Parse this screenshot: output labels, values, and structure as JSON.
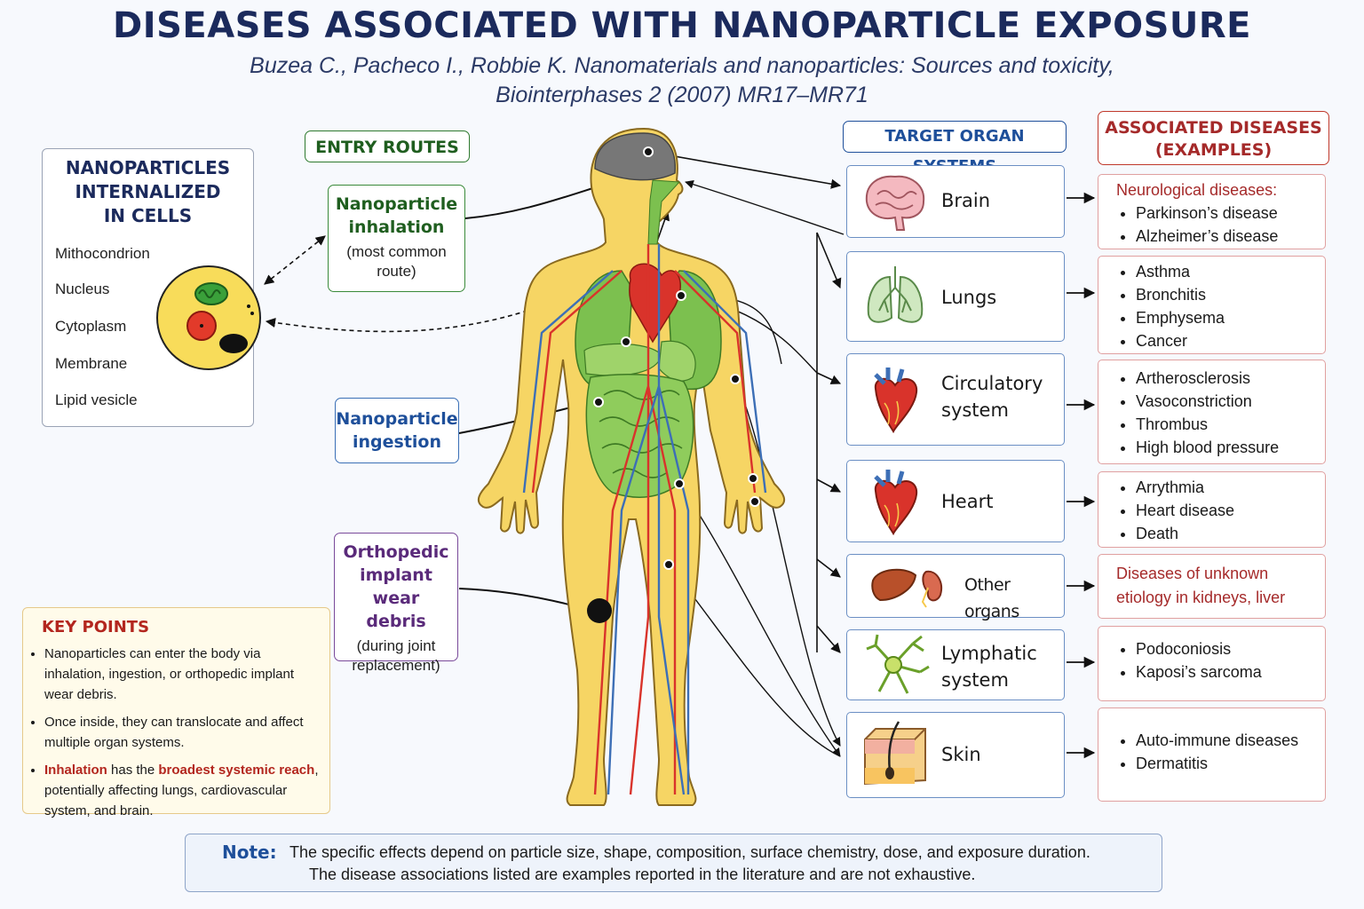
{
  "title": "DISEASES ASSOCIATED WITH NANOPARTICLE EXPOSURE",
  "citation": {
    "line1": "Buzea C., Pacheco I., Robbie K.  Nanomaterials and nanoparticles: Sources and toxicity,",
    "line2": "Biointerphases 2 (2007) MR17–MR71"
  },
  "cell": {
    "title_lines": [
      "NANOPARTICLES",
      "INTERNALIZED",
      "IN CELLS"
    ],
    "labels": [
      "Mithocondrion",
      "Nucleus",
      "Cytoplasm",
      "Membrane",
      "Lipid vesicle"
    ]
  },
  "entry_routes": {
    "header": "ENTRY ROUTES",
    "inhalation": {
      "main": [
        "Nanoparticle",
        "inhalation"
      ],
      "sub": [
        "(most common",
        "route)"
      ]
    },
    "ingestion": {
      "main": [
        "Nanoparticle",
        "ingestion"
      ]
    },
    "implant": {
      "main": [
        "Orthopedic",
        "implant wear",
        "debris"
      ],
      "sub": [
        "(during joint",
        "replacement)"
      ]
    }
  },
  "organ_systems": {
    "header": "TARGET ORGAN SYSTEMS",
    "items": [
      {
        "label": [
          "Brain"
        ],
        "icon": "brain-icon"
      },
      {
        "label": [
          "Lungs"
        ],
        "icon": "lungs-icon"
      },
      {
        "label": [
          "Circulatory",
          "system"
        ],
        "icon": "heart-icon"
      },
      {
        "label": [
          "Heart"
        ],
        "icon": "heart-icon"
      },
      {
        "label": [
          "Other organs"
        ],
        "icon": "liver-kidney-icon"
      },
      {
        "label": [
          "Lymphatic",
          "system"
        ],
        "icon": "lymph-node-icon"
      },
      {
        "label": [
          "Skin"
        ],
        "icon": "skin-icon"
      }
    ]
  },
  "diseases": {
    "header_lines": [
      "ASSOCIATED DISEASES",
      "(EXAMPLES)"
    ],
    "groups": [
      {
        "head": "Neurological diseases:",
        "items": [
          "Parkinson’s disease",
          "Alzheimer’s disease"
        ]
      },
      {
        "items": [
          "Asthma",
          "Bronchitis",
          "Emphysema",
          "Cancer"
        ]
      },
      {
        "items": [
          "Artherosclerosis",
          "Vasoconstriction",
          "Thrombus",
          "High blood pressure"
        ]
      },
      {
        "items": [
          "Arrythmia",
          "Heart disease",
          "Death"
        ]
      },
      {
        "red_lines": [
          "Diseases of unknown",
          "etiology in kidneys, liver"
        ]
      },
      {
        "items": [
          "Podoconiosis",
          "Kaposi’s sarcoma"
        ]
      },
      {
        "items": [
          "Auto-immune diseases",
          "Dermatitis"
        ]
      }
    ]
  },
  "key_points": {
    "title": "KEY POINTS",
    "p1": "Nanoparticles can enter the body via inhalation, ingestion, or orthopedic implant wear debris.",
    "p2": "Once inside, they can translocate and affect multiple organ systems.",
    "p3_hl1": "Inhalation",
    "p3_t1": " has the ",
    "p3_hl2": "broadest systemic reach",
    "p3_t2": ", potentially affecting lungs, cardiovascular system, and brain."
  },
  "note": {
    "label": "Note:",
    "line1": "The specific effects depend on particle size, shape, composition, surface chemistry, dose, and exposure duration.",
    "line2": "The disease associations listed are examples reported in the literature and are not exhaustive."
  },
  "colors": {
    "title": "#1b2a5c",
    "body_yellow": "#f6d564",
    "organ_green": "#7cc04f",
    "artery_red": "#d9332b",
    "vein_blue": "#3d6fb6",
    "disease_red": "#a52a2a"
  }
}
